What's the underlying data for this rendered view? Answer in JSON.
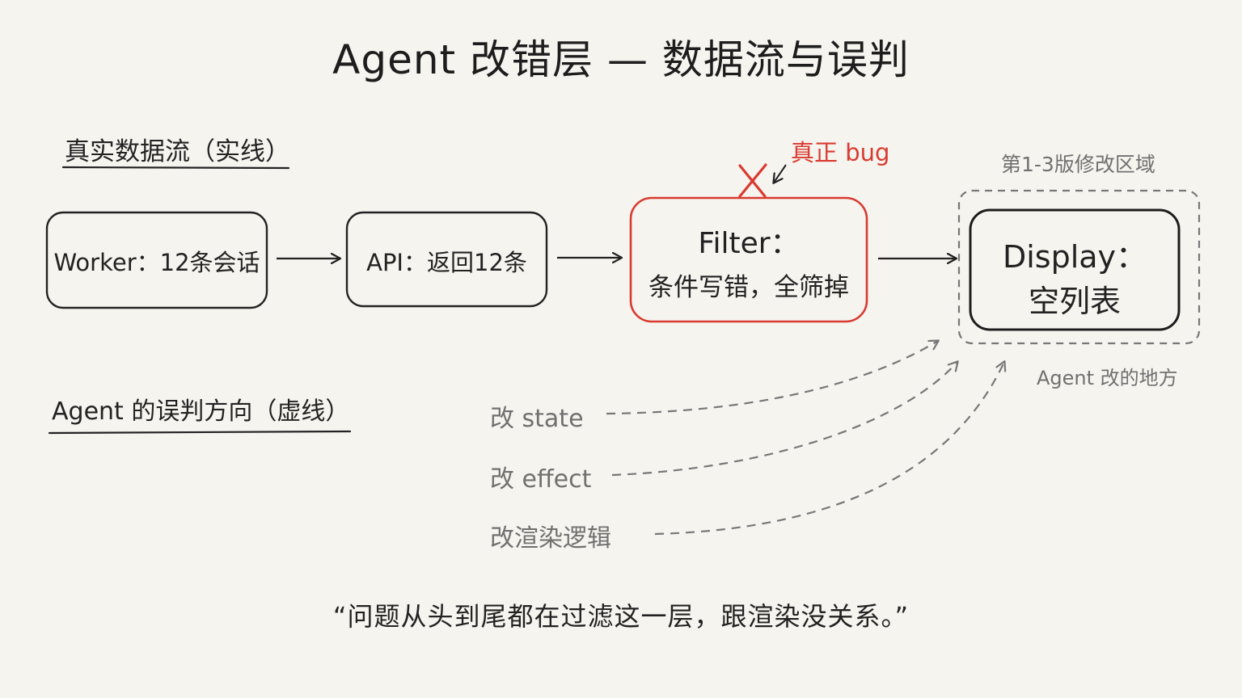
{
  "title": "Agent 改错层 — 数据流与误判",
  "sections": {
    "real_flow": "真实数据流（实线）",
    "misjudge": "Agent 的误判方向（虚线）"
  },
  "nodes": {
    "worker": "Worker：12条会话",
    "api": "API：返回12条",
    "filter_line1": "Filter：",
    "filter_line2": "条件写错，全筛掉",
    "display_line1": "Display：",
    "display_line2": "空列表"
  },
  "annotations": {
    "bug": "真正 bug",
    "revision_area": "第1-3版修改区域",
    "agent_changed": "Agent 改的地方"
  },
  "misjudge_items": [
    "改 state",
    "改 effect",
    "改渲染逻辑"
  ],
  "quote": "“问题从头到尾都在过滤这一层，跟渲染没关系。”",
  "colors": {
    "ink": "#222222",
    "bug_red": "#d93a30",
    "dashed_gray": "#777777",
    "background": "#f6f4ef"
  }
}
